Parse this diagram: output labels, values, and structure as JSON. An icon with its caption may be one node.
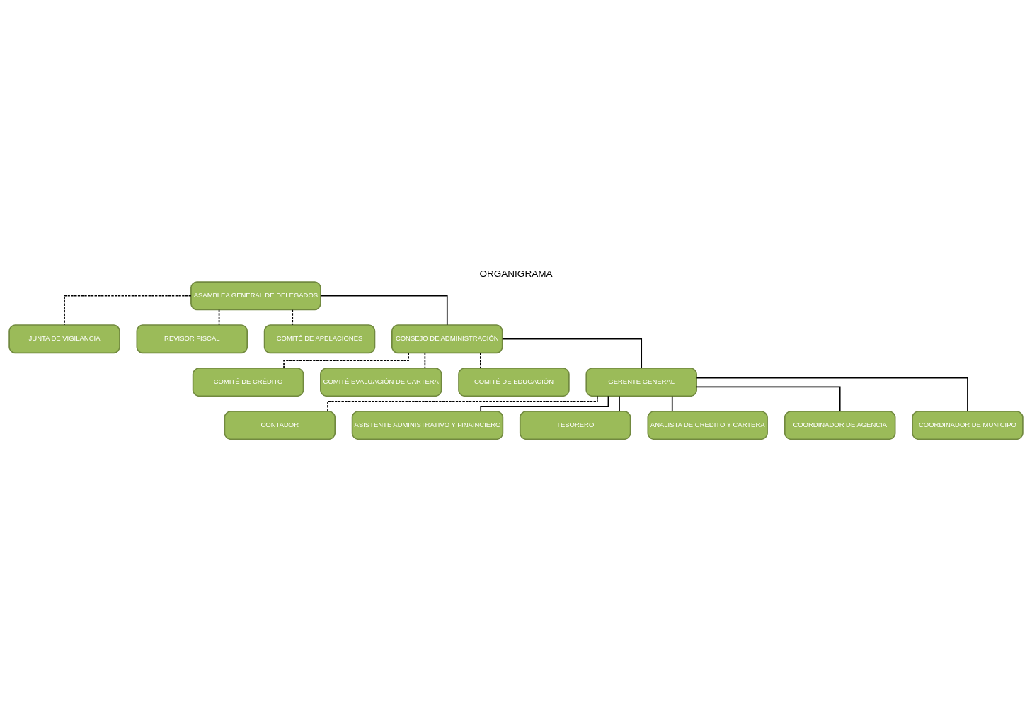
{
  "diagram": {
    "title": "ORGANIGRAMA",
    "nodes": [
      {
        "text": [
          "ASAMBLEA GENERAL DE DELEGADOS"
        ]
      },
      {
        "text": [
          "JUNTA DE VIGILANCIA"
        ]
      },
      {
        "text": [
          "REVISOR FISCAL"
        ]
      },
      {
        "text": [
          "COMITÉ DE APELACIONES"
        ]
      },
      {
        "text": [
          "CONSEJO DE ADMINISTRACIÓN"
        ]
      },
      {
        "text": [
          "COMITÉ DE CRÉDITO"
        ]
      },
      {
        "text": [
          "COMITÉ EVALUACIÓN DE CARTERA"
        ]
      },
      {
        "text": [
          "COMITÉ DE EDUCACIÓN"
        ]
      },
      {
        "text": [
          "GERENTE GENERAL"
        ]
      },
      {
        "text": [
          "CONTADOR"
        ]
      },
      {
        "text": [
          "ASISTENTE ADMINISTRATIVO Y FINAINCIERO"
        ]
      },
      {
        "text": [
          "TESORERO"
        ]
      },
      {
        "text": [
          "ANALISTA DE CREDITO Y CARTERA"
        ]
      },
      {
        "text": [
          "COORDINADOR DE AGENCIA"
        ]
      },
      {
        "text": [
          "COORDINADOR DE MUNICIPO"
        ]
      }
    ],
    "edges": [
      {
        "from": 0,
        "to": 1,
        "arrow": "none",
        "style": "dashed"
      },
      {
        "from": 0,
        "to": 2,
        "arrow": "none",
        "style": "dashed"
      },
      {
        "from": 0,
        "to": 3,
        "arrow": "none",
        "style": "dashed"
      },
      {
        "from": 0,
        "to": 4,
        "arrow": "none"
      },
      {
        "from": 4,
        "to": 5,
        "arrow": "none",
        "style": "dashed"
      },
      {
        "from": 4,
        "to": 6,
        "arrow": "none",
        "style": "dashed"
      },
      {
        "from": 4,
        "to": 7,
        "arrow": "none",
        "style": "dashed"
      },
      {
        "from": 4,
        "to": 8,
        "arrow": "none"
      },
      {
        "from": 8,
        "to": 9,
        "arrow": "none",
        "style": "dashed"
      },
      {
        "from": 8,
        "to": 10,
        "arrow": "none"
      },
      {
        "from": 8,
        "to": 11,
        "arrow": "none"
      },
      {
        "from": 8,
        "to": 12,
        "arrow": "none"
      },
      {
        "from": 8,
        "to": 13,
        "arrow": "none"
      },
      {
        "from": 8,
        "to": 14,
        "arrow": "none"
      }
    ]
  }
}
